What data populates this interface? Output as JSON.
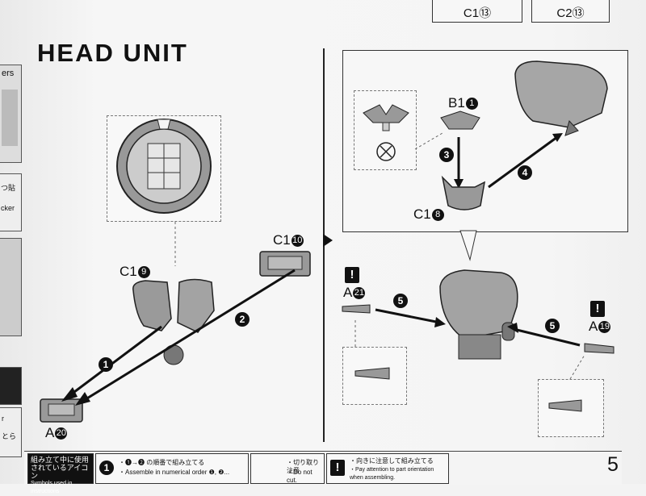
{
  "title": "HEAD UNIT",
  "page_number": "5",
  "top_parts": [
    "C1⑬",
    "C2⑬"
  ],
  "left_tab": {
    "line1": "ers",
    "line2": "つ貼",
    "line3": "cker",
    "line4": "r",
    "line5": "とら"
  },
  "parts": {
    "c19": {
      "name": "C1",
      "num": "9"
    },
    "c110": {
      "name": "C1",
      "num": "10"
    },
    "a20": {
      "name": "A",
      "num": "20"
    },
    "b11": {
      "name": "B1",
      "num": "1"
    },
    "c18": {
      "name": "C1",
      "num": "8"
    },
    "a21": {
      "name": "A",
      "num": "21"
    },
    "a19": {
      "name": "A",
      "num": "19"
    }
  },
  "steps": {
    "s1": "1",
    "s2": "2",
    "s3": "3",
    "s4": "4",
    "s5a": "5",
    "s5b": "5"
  },
  "legend": {
    "box_title_jp_1": "組み立て中に使用",
    "box_title_jp_2": "されているアイコン",
    "box_title_en": "Symbols used in instructions",
    "order_jp": "・❶→❷ の順番で組み立てる",
    "order_en": "・Assemble in numerical order ❶, ❷...",
    "cut_jp": "・切り取り注意",
    "cut_en": "・Do not cut.",
    "orient_jp": "・向きに注意して組み立てる",
    "orient_en": "・Pay attention to part orientation",
    "orient_en2": "when assembling."
  },
  "icons": {
    "step": "step-number-icon",
    "cut": "do-not-cut-icon",
    "warn": "exclamation-icon"
  }
}
